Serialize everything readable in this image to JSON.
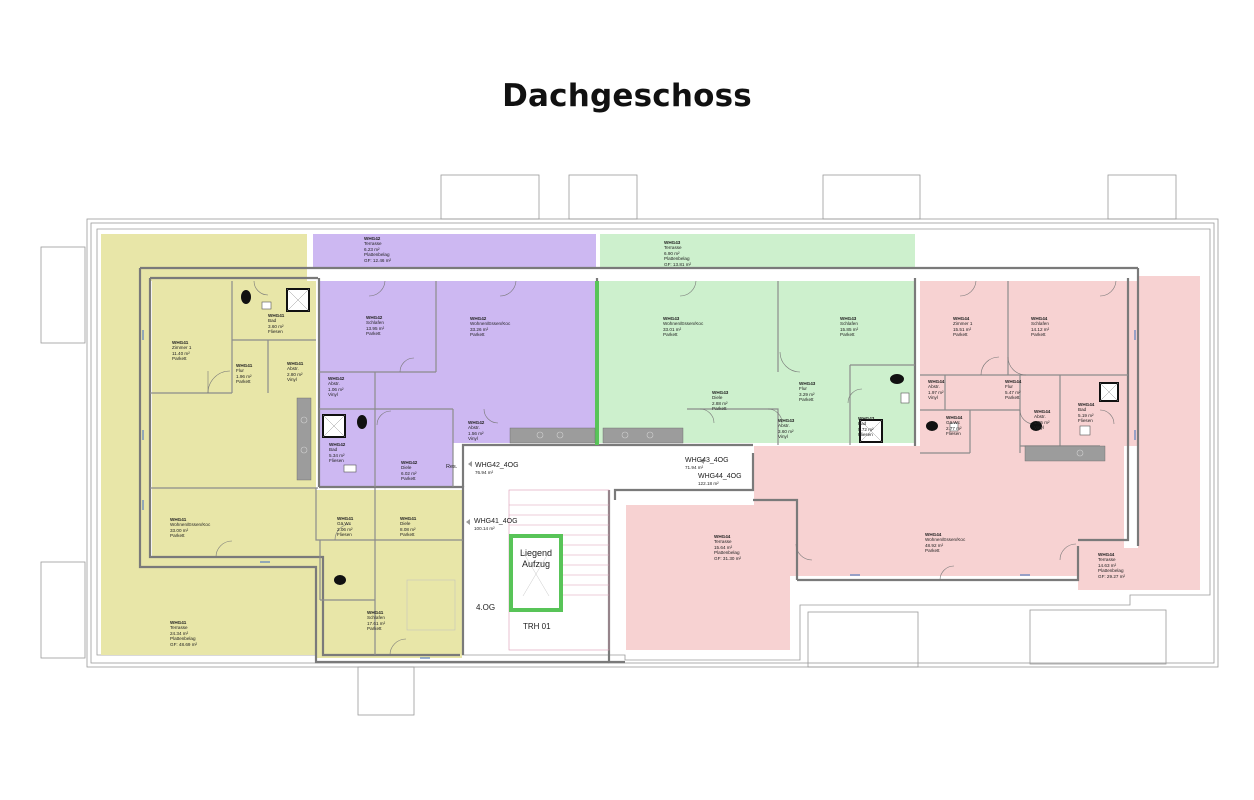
{
  "title": "Dachgeschoss",
  "colors": {
    "whg41": "#e8e6a8",
    "whg42": "#cdb8f2",
    "whg43": "#cdf0cd",
    "whg44": "#f7d2d2",
    "wall": "#8a8a8a",
    "outline": "#9a9a9a"
  },
  "icons": [
    "toilet-icon",
    "shower-icon",
    "sink-icon",
    "door-swing-icon",
    "kitchen-counter-icon",
    "stair-icon"
  ],
  "rooms": {
    "r41_zimmer": {
      "unit": "WHG41",
      "name": "Zimmer 1",
      "area": "11.40 m²",
      "floor": "Parkett"
    },
    "r41_bad": {
      "unit": "WHG41",
      "name": "Bad",
      "area": "3.60 m²",
      "floor": "Fliesen"
    },
    "r41_flur": {
      "unit": "WHG41",
      "name": "Flur",
      "area": "1.96 m²",
      "floor": "Parkett"
    },
    "r41_abstr": {
      "unit": "WHG41",
      "name": "Abstr.",
      "area": "2.80 m²",
      "floor": "Vinyl"
    },
    "r41_wohnen": {
      "unit": "WHG41",
      "name": "Wohnen/Essen/Koc",
      "area": "33.00 m²",
      "floor": "Parkett"
    },
    "r41_gwc": {
      "unit": "WHG41",
      "name": "Gä.Wc",
      "area": "2.06 m²",
      "floor": "Fliesen"
    },
    "r41_diele": {
      "unit": "WHG41",
      "name": "Diele",
      "area": "8.08 m²",
      "floor": "Parkett"
    },
    "r41_schlafen": {
      "unit": "WHG41",
      "name": "Schlafen",
      "area": "17.61 m²",
      "floor": "Parkett"
    },
    "r41_terrasse": {
      "unit": "WHG41",
      "name": "Terrasse",
      "area": "24.34 m²",
      "floor": "Plattenbelag",
      "note": "GF: 48.69 m²"
    },
    "r42_terrasse": {
      "unit": "WHG42",
      "name": "Terrasse",
      "area": "6.23 m²",
      "floor": "Plattenbelag",
      "note": "GF: 12.46 m²"
    },
    "r42_schlafen": {
      "unit": "WHG42",
      "name": "Schlafen",
      "area": "13.95 m²",
      "floor": "Parkett"
    },
    "r42_wohnen": {
      "unit": "WHG42",
      "name": "Wohnen/Essen/Koc",
      "area": "33.26 m²",
      "floor": "Parkett"
    },
    "r42_abstr1": {
      "unit": "WHG42",
      "name": "Abstr.",
      "area": "1.06 m²",
      "floor": "Vinyl"
    },
    "r42_abstr2": {
      "unit": "WHG42",
      "name": "Abstr.",
      "area": "1.56 m²",
      "floor": "Vinyl"
    },
    "r42_bad": {
      "unit": "WHG42",
      "name": "Bad",
      "area": "5.34 m²",
      "floor": "Fliesen"
    },
    "r42_diele": {
      "unit": "WHG42",
      "name": "Diele",
      "area": "6.02 m²",
      "floor": "Parkett"
    },
    "r43_terrasse": {
      "unit": "WHG43",
      "name": "Terrasse",
      "area": "6.90 m²",
      "floor": "Plattenbelag",
      "note": "GF: 13.81 m²"
    },
    "r43_wohnen": {
      "unit": "WHG43",
      "name": "Wohnen/Essen/Koc",
      "area": "33.01 m²",
      "floor": "Parkett"
    },
    "r43_schlafen": {
      "unit": "WHG43",
      "name": "Schlafen",
      "area": "15.85 m²",
      "floor": "Parkett"
    },
    "r43_diele": {
      "unit": "WHG43",
      "name": "Diele",
      "area": "2.88 m²",
      "floor": "Parkett"
    },
    "r43_flur": {
      "unit": "WHG43",
      "name": "Flur",
      "area": "3.29 m²",
      "floor": "Parkett"
    },
    "r43_abstr": {
      "unit": "WHG43",
      "name": "Abstr.",
      "area": "3.60 m²",
      "floor": "Vinyl"
    },
    "r43_bad": {
      "unit": "WHG43",
      "name": "Bad",
      "area": "5.72 m²",
      "floor": "Fliesen"
    },
    "r44_zimmer": {
      "unit": "WHG44",
      "name": "Zimmer 1",
      "area": "15.51 m²",
      "floor": "Parkett"
    },
    "r44_schlafen": {
      "unit": "WHG44",
      "name": "Schlafen",
      "area": "14.12 m²",
      "floor": "Parkett"
    },
    "r44_abstr1": {
      "unit": "WHG44",
      "name": "Abstr.",
      "area": "1.97 m²",
      "floor": "Vinyl"
    },
    "r44_flur": {
      "unit": "WHG44",
      "name": "Flur",
      "area": "5.47 m²",
      "floor": "Parkett"
    },
    "r44_gwc": {
      "unit": "WHG44",
      "name": "Gä.Wc",
      "area": "2.77 m²",
      "floor": "Fliesen"
    },
    "r44_abstr2": {
      "unit": "WHG44",
      "name": "Abstr.",
      "area": "1.95 m²",
      "floor": "Vinyl"
    },
    "r44_bad": {
      "unit": "WHG44",
      "name": "Bad",
      "area": "5.19 m²",
      "floor": "Fliesen"
    },
    "r44_terrasse1": {
      "unit": "WHG44",
      "name": "Terrasse",
      "area": "15.64 m²",
      "floor": "Plattenbelag",
      "note": "GF: 31.30 m²"
    },
    "r44_wohnen": {
      "unit": "WHG44",
      "name": "Wohnen/Essen/Koc",
      "area": "48.92 m²",
      "floor": "Parkett"
    },
    "r44_terrasse2": {
      "unit": "WHG44",
      "name": "Terrasse",
      "area": "14.63 m²",
      "floor": "Plattenbelag",
      "note": "GF: 29.27 m²"
    }
  },
  "totals": {
    "whg42": {
      "label": "WHG42_4OG",
      "area": "76.94 m²"
    },
    "whg43": {
      "label": "WHG43_4OG",
      "area": "71.94 m²"
    },
    "whg44": {
      "label": "WHG44_4OG",
      "area": "122.18 m²"
    },
    "whg41": {
      "label": "WHG41_4OG",
      "area": "100.14 m²"
    }
  },
  "labels": {
    "res": "Res.",
    "lift_line1": "Liegend",
    "lift_line2": "Aufzug",
    "level": "4.OG",
    "stair": "TRH 01"
  }
}
